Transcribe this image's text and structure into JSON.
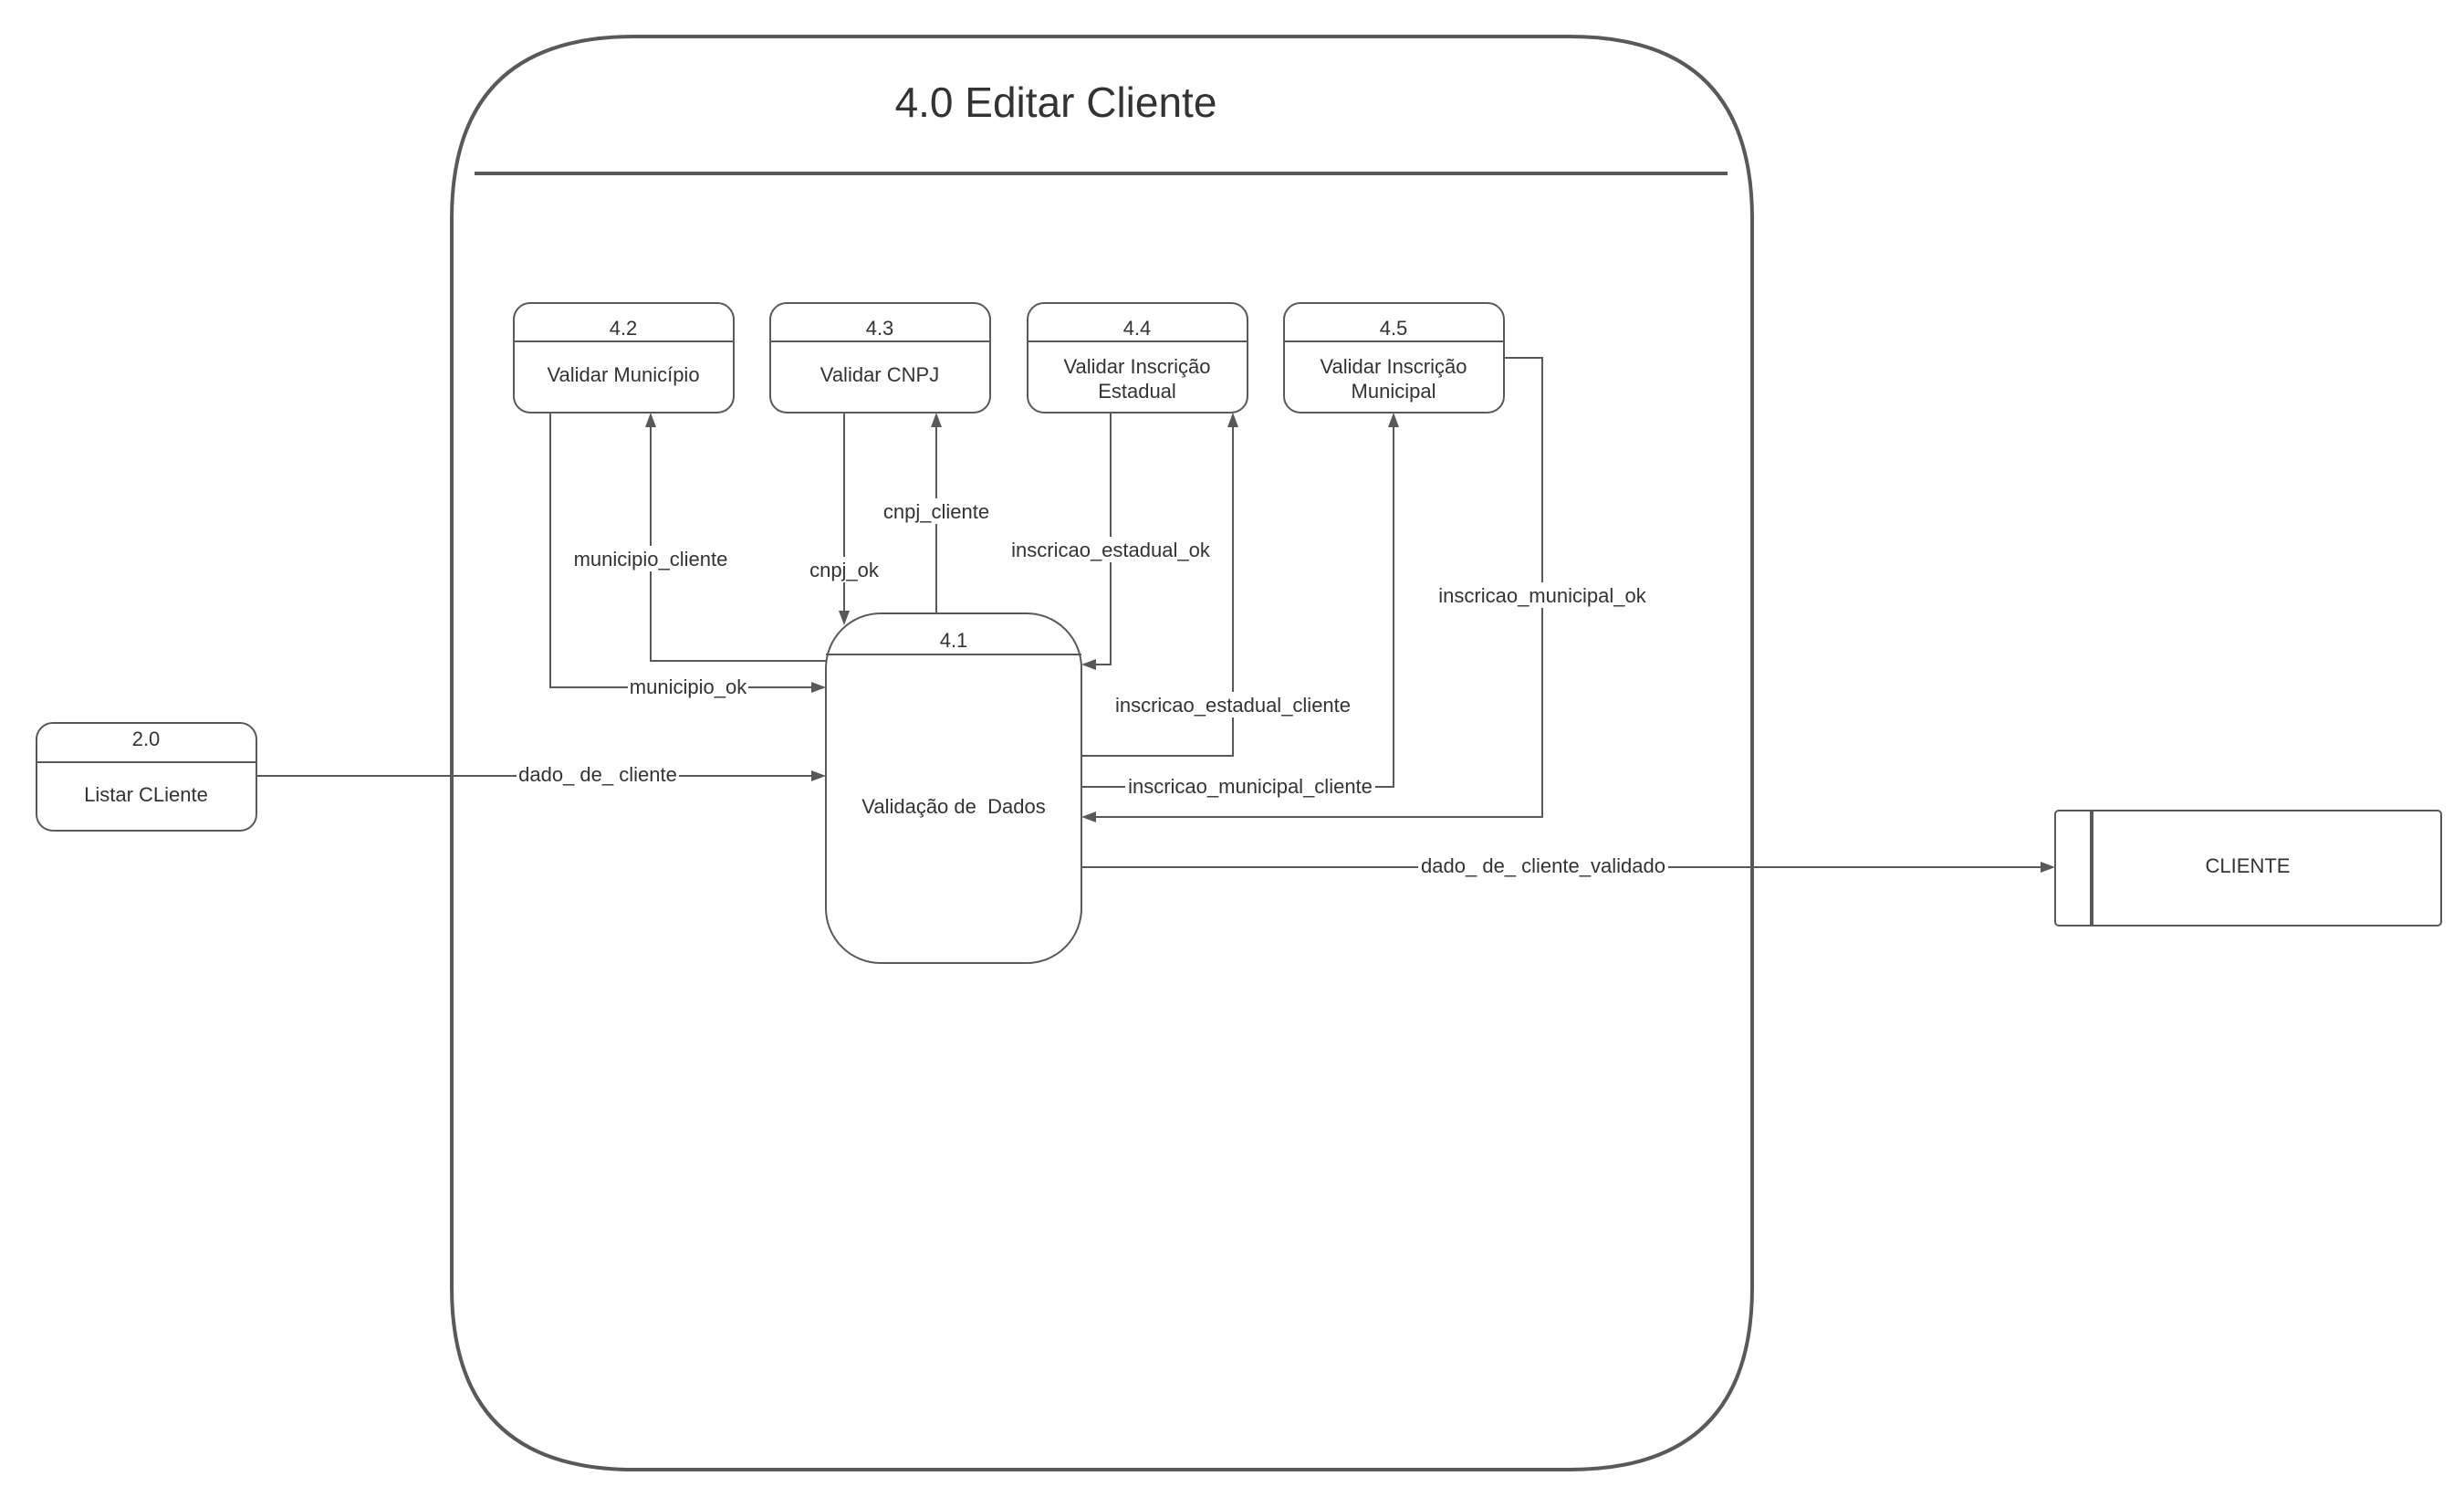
{
  "diagram": {
    "title": "4.0 Editar Cliente",
    "processes": {
      "p20": {
        "number": "2.0",
        "label": "Listar CLiente"
      },
      "p41": {
        "number": "4.1",
        "label": "Validação de  Dados"
      },
      "p42": {
        "number": "4.2",
        "label": "Validar Município"
      },
      "p43": {
        "number": "4.3",
        "label": "Validar CNPJ"
      },
      "p44": {
        "number": "4.4",
        "label_line1": "Validar Inscrição",
        "label_line2": "Estadual"
      },
      "p45": {
        "number": "4.5",
        "label_line1": "Validar Inscrição",
        "label_line2": "Municipal"
      }
    },
    "datastore": {
      "label": "CLIENTE"
    },
    "flows": {
      "municipio_cliente": "municipio_cliente",
      "municipio_ok": "municipio_ok",
      "cnpj_ok": "cnpj_ok",
      "cnpj_cliente": "cnpj_cliente",
      "inscricao_estadual_ok": "inscricao_estadual_ok",
      "inscricao_estadual_cliente": "inscricao_estadual_cliente",
      "inscricao_municipal_ok": "inscricao_municipal_ok",
      "inscricao_municipal_cliente": "inscricao_municipal_cliente",
      "dado_de_cliente": "dado_ de_ cliente",
      "dado_de_cliente_validado": "dado_ de_ cliente_validado"
    },
    "colors": {
      "stroke": "#595959",
      "text": "#333333",
      "background": "#ffffff"
    }
  }
}
